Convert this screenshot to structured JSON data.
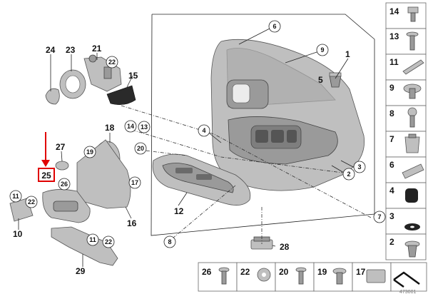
{
  "diagram": {
    "highlighted_part": "25",
    "callouts": {
      "c1": "1",
      "c2": "2",
      "c3": "3",
      "c4": "4",
      "c5": "5",
      "c6": "6",
      "c7": "7",
      "c8": "8",
      "c9": "9",
      "c10": "10",
      "c11a": "11",
      "c11b": "11",
      "c12": "12",
      "c13": "13",
      "c14": "14",
      "c15": "15",
      "c16": "16",
      "c17": "17",
      "c18": "18",
      "c19": "19",
      "c20": "20",
      "c21": "21",
      "c22a": "22",
      "c22b": "22",
      "c23": "23",
      "c24": "24",
      "c25": "25",
      "c26": "26",
      "c27": "27",
      "c28": "28",
      "c29": "29"
    },
    "side_panel": [
      "14",
      "13",
      "11",
      "9",
      "8",
      "7",
      "6",
      "4",
      "3",
      "2"
    ],
    "bottom_panel": [
      "26",
      "22",
      "20",
      "19",
      "17"
    ],
    "corner_code": "473001"
  }
}
